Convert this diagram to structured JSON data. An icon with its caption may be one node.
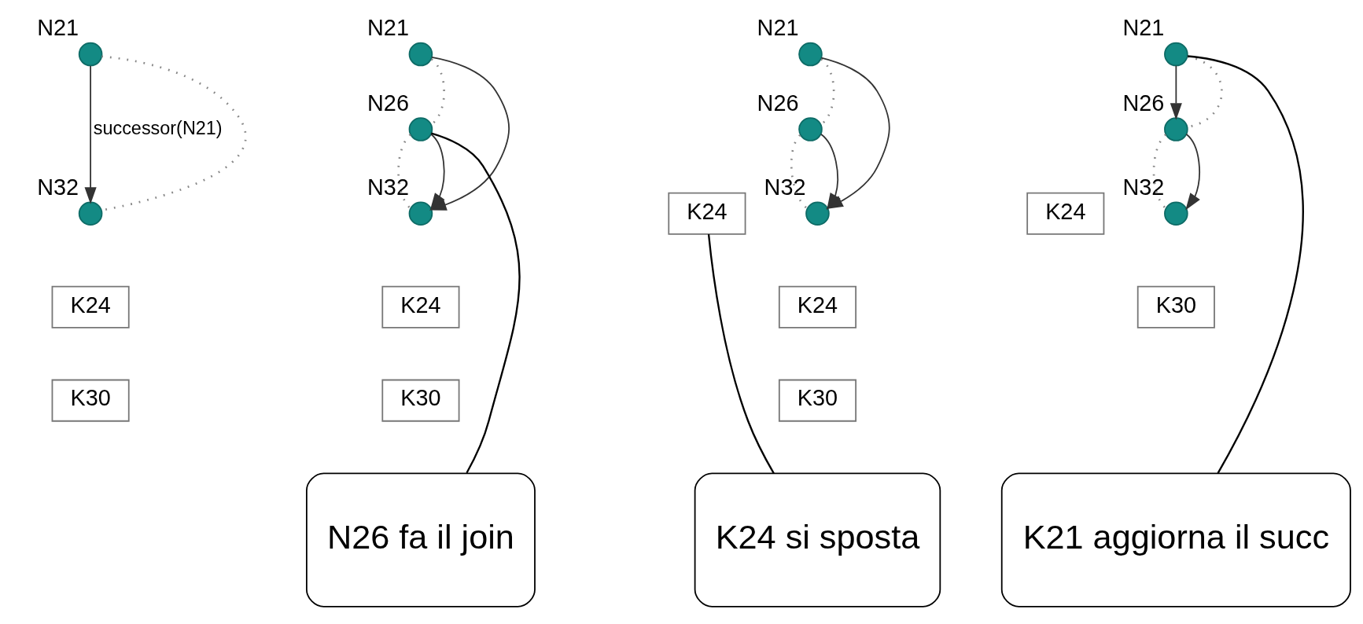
{
  "diagram": {
    "nodes": [
      {
        "text": [],
        "shape": "circle",
        "beside": [
          "N21"
        ]
      },
      {
        "text": [],
        "shape": "circle",
        "beside": [
          "N32"
        ]
      },
      {
        "text": [
          "K24"
        ]
      },
      {
        "text": [
          "K30"
        ]
      },
      {
        "text": [],
        "shape": "circle",
        "beside": [
          "N21"
        ]
      },
      {
        "text": [],
        "shape": "circle",
        "beside": [
          "N26"
        ]
      },
      {
        "text": [],
        "shape": "circle",
        "beside": [
          "N32"
        ]
      },
      {
        "text": [
          "K24"
        ]
      },
      {
        "text": [
          "K30"
        ]
      },
      {
        "text": [
          "N26 fa il join"
        ]
      },
      {
        "text": [],
        "shape": "circle",
        "beside": [
          "N21"
        ]
      },
      {
        "text": [],
        "shape": "circle",
        "beside": [
          "N26"
        ]
      },
      {
        "text": [
          "K24"
        ]
      },
      {
        "text": [],
        "shape": "circle",
        "beside": [
          "N32"
        ]
      },
      {
        "text": [
          "K24"
        ]
      },
      {
        "text": [
          "K30"
        ]
      },
      {
        "text": [
          "K24 si sposta"
        ]
      },
      {
        "text": [],
        "shape": "circle",
        "beside": [
          "N21"
        ]
      },
      {
        "text": [],
        "shape": "circle",
        "beside": [
          "N26"
        ]
      },
      {
        "text": [
          "K24"
        ]
      },
      {
        "text": [],
        "shape": "circle",
        "beside": [
          "N32"
        ]
      },
      {
        "text": [
          "K30"
        ]
      },
      {
        "text": [
          "K21 aggiorna il succ"
        ]
      }
    ],
    "edges": [
      {
        "from": 0,
        "to": 1,
        "arrow": "to",
        "label": "successor(N21)"
      },
      {
        "from": 0,
        "to": 1,
        "arrow": "none",
        "style": "dashed",
        "color": "#888888"
      },
      {
        "from": 4,
        "to": 6,
        "arrow": "to"
      },
      {
        "from": 4,
        "to": 5,
        "arrow": "none",
        "style": "dashed",
        "color": "#888888"
      },
      {
        "from": 5,
        "to": 6,
        "arrow": "none",
        "style": "dashed",
        "color": "#888888"
      },
      {
        "from": 5,
        "to": 6,
        "arrow": "to"
      },
      {
        "from": 9,
        "to": 5,
        "arrow": "none"
      },
      {
        "from": 10,
        "to": 13,
        "arrow": "to"
      },
      {
        "from": 10,
        "to": 11,
        "arrow": "none",
        "style": "dashed",
        "color": "#888888"
      },
      {
        "from": 11,
        "to": 13,
        "arrow": "none",
        "style": "dashed",
        "color": "#888888"
      },
      {
        "from": 11,
        "to": 13,
        "arrow": "to"
      },
      {
        "from": 16,
        "to": 12,
        "arrow": "none"
      },
      {
        "from": 17,
        "to": 18,
        "arrow": "to"
      },
      {
        "from": 17,
        "to": 18,
        "arrow": "none",
        "style": "dashed",
        "color": "#888888"
      },
      {
        "from": 18,
        "to": 20,
        "arrow": "none",
        "style": "dashed",
        "color": "#888888"
      },
      {
        "from": 18,
        "to": 20,
        "arrow": "to"
      },
      {
        "from": 22,
        "to": 17,
        "arrow": "none"
      }
    ]
  }
}
